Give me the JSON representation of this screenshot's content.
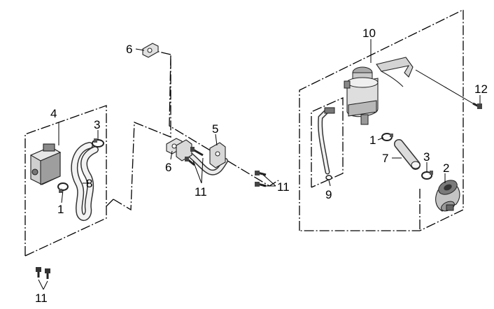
{
  "diagram": {
    "callouts": {
      "c1_left": "1",
      "c1_right": "1",
      "c2": "2",
      "c3_left": "3",
      "c3_right": "3",
      "c4": "4",
      "c5": "5",
      "c6_top": "6",
      "c6_mid": "6",
      "c7": "7",
      "c8": "8",
      "c9": "9",
      "c10": "10",
      "c11_bottom": "11",
      "c11_center": "11",
      "c11_right": "11",
      "c12": "12"
    },
    "colors": {
      "line": "#000000",
      "part_light": "#e6e6e6",
      "part_mid": "#bdbdbd",
      "part_dark": "#555555"
    }
  }
}
